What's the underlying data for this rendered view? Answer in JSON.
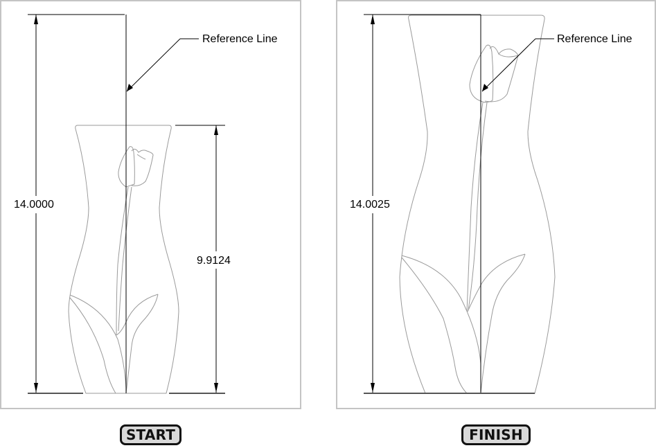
{
  "start_panel": {
    "label": "START",
    "overall_dimension": "14.0000",
    "vase_dimension": "9.9124",
    "annotation": "Reference Line"
  },
  "finish_panel": {
    "label": "FINISH",
    "overall_dimension": "14.0025",
    "annotation": "Reference Line"
  },
  "colors": {
    "dimension_line": "#000000",
    "vase_outline": "#9a9a9a",
    "panel_border": "#c4c4c4",
    "badge_fill": "#d9d9d9",
    "badge_border": "#111111"
  }
}
